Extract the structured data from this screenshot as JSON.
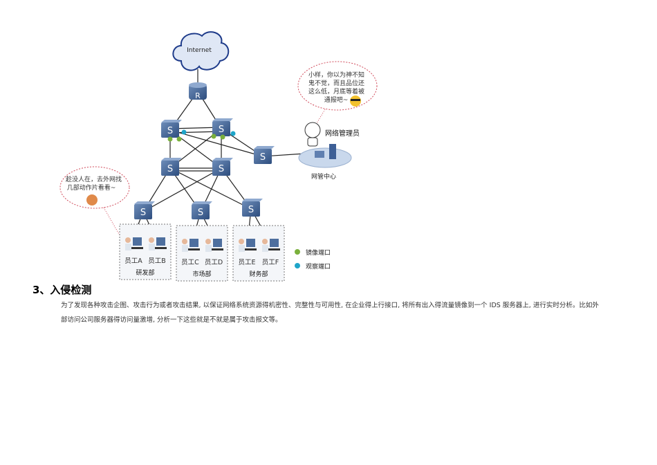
{
  "diagram": {
    "internet_label": "Internet",
    "router_label": "R",
    "switch_label": "S",
    "admin_bubble_lines": [
      "小样，你以为神不知",
      "鬼不觉，而且品位还",
      "这么低，月底等着被",
      "通报吧~"
    ],
    "admin_label": "网络管理员",
    "nms_label": "网管中心",
    "employee_bubble_lines": [
      "趁没人在，去外网找",
      "几部动作片看看~"
    ],
    "departments": [
      {
        "name": "研发部",
        "employees": [
          "员工A",
          "员工B"
        ]
      },
      {
        "name": "市场部",
        "employees": [
          "员工C",
          "员工D"
        ]
      },
      {
        "name": "财务部",
        "employees": [
          "员工E",
          "员工F"
        ]
      }
    ],
    "legend": [
      {
        "label": "镜像端口",
        "color": "#7ab03c"
      },
      {
        "label": "观察端口",
        "color": "#1fa5c9"
      }
    ]
  },
  "section": {
    "heading": "3、入侵检测",
    "paragraph_lines": [
      "为了发现各种攻击企图、攻击行为或者攻击结果, 以保证网络系统资源得机密性、完整性与可用性, 在企业得上行接口, 将所有出入得流量镜像到一个 IDS 服务器上, 进行实时分析。比如外",
      "部访问公司服务器得访问量激增, 分析一下这些就是不就是属于攻击报文等。"
    ]
  }
}
